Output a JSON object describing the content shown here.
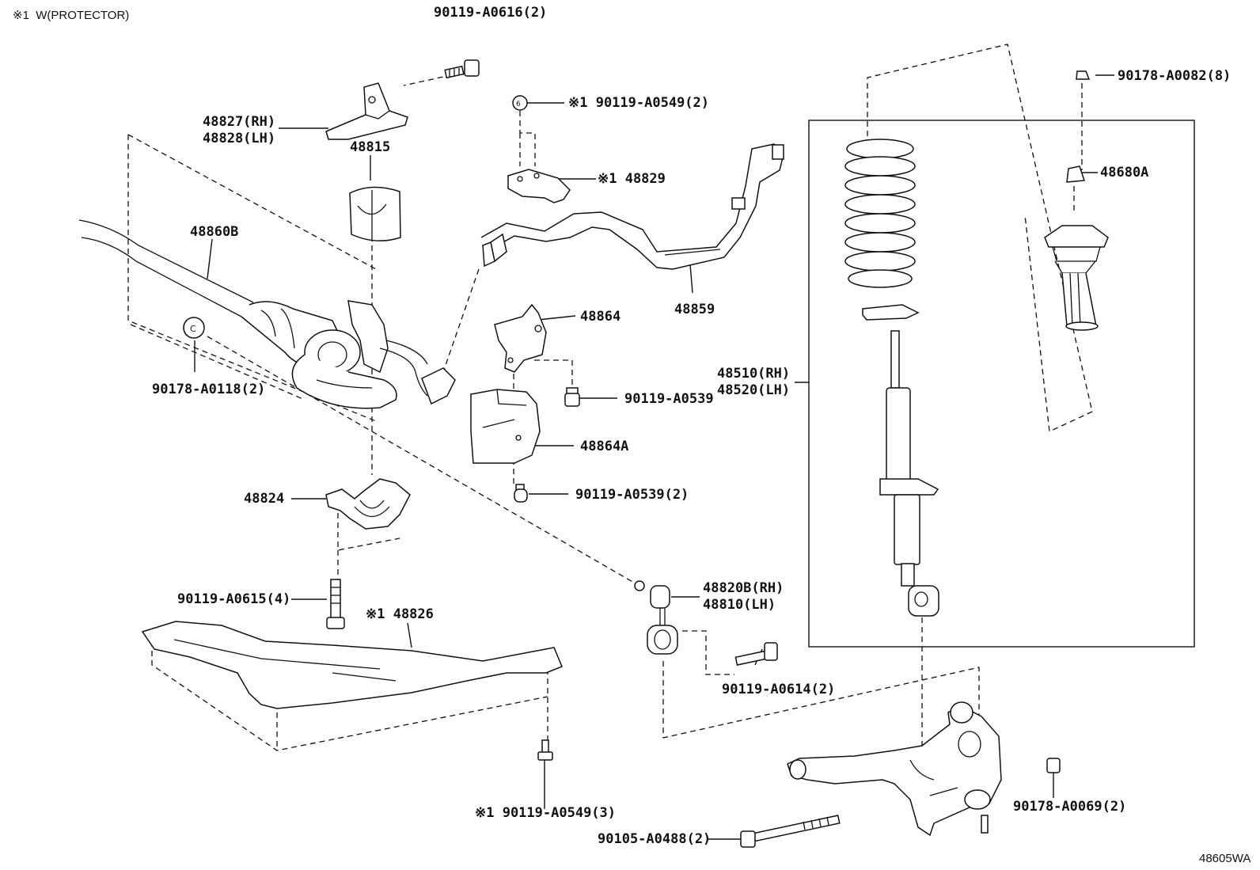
{
  "note": "※1  W(PROTECTOR)",
  "diagram_code": "48605WA",
  "labels": {
    "l_90119_A0616": "90119-A0616(2)",
    "l_48827": "48827(RH)\n48828(LH)",
    "l_48815": "48815",
    "l_48860B": "48860B",
    "l_90178_A0118": "90178-A0118(2)",
    "l_90119_A0549_top": "※1 90119-A0549(2)",
    "l_48829": "※1 48829",
    "l_48859": "48859",
    "l_48864": "48864",
    "l_90119_A0539": "90119-A0539",
    "l_48864A": "48864A",
    "l_90119_A0539_2": "90119-A0539(2)",
    "l_48824": "48824",
    "l_90119_A0615": "90119-A0615(4)",
    "l_48826": "※1 48826",
    "l_90119_A0549_bot": "※1 90119-A0549(3)",
    "l_48820B": "48820B(RH)\n48810(LH)",
    "l_90119_A0614": "90119-A0614(2)",
    "l_90105_A0488": "90105-A0488(2)",
    "l_90178_A0069": "90178-A0069(2)",
    "l_48510": "48510(RH)\n48520(LH)",
    "l_90178_A0082": "90178-A0082(8)",
    "l_48680A": "48680A"
  }
}
